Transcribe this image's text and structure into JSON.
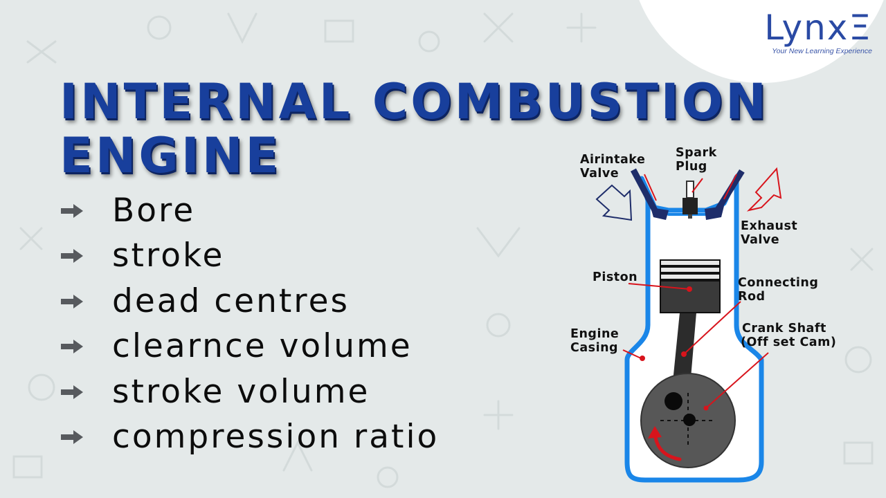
{
  "logo": {
    "name": "LynxΞ",
    "tagline": "Your New Learning Experience"
  },
  "title": {
    "line1": "INTERNAL COMBUSTION",
    "line2": "ENGINE"
  },
  "bullets": [
    "Bore",
    "stroke",
    "dead centres",
    "clearnce volume",
    "stroke volume",
    "compression ratio"
  ],
  "diagram": {
    "labels": {
      "air_intake_1": "Airintake",
      "air_intake_2": "Valve",
      "spark_plug_1": "Spark",
      "spark_plug_2": "Plug",
      "exhaust_1": "Exhaust",
      "exhaust_2": "Valve",
      "piston": "Piston",
      "connecting_rod_1": "Connecting",
      "connecting_rod_2": "Rod",
      "engine_casing_1": "Engine",
      "engine_casing_2": "Casing",
      "crank_shaft_1": "Crank Shaft",
      "crank_shaft_2": "(Off set Cam)"
    },
    "icons": [
      "intake-flow-arrow-icon",
      "exhaust-flow-arrow-icon",
      "rotation-arrow-icon"
    ]
  },
  "colors": {
    "title_blue": "#183f9c",
    "casing_blue": "#1a86e8",
    "accent_red": "#d8141c",
    "valve_navy": "#1e2d6a",
    "logo_blue": "#2a4aa4",
    "background": "#e4e9e9"
  }
}
